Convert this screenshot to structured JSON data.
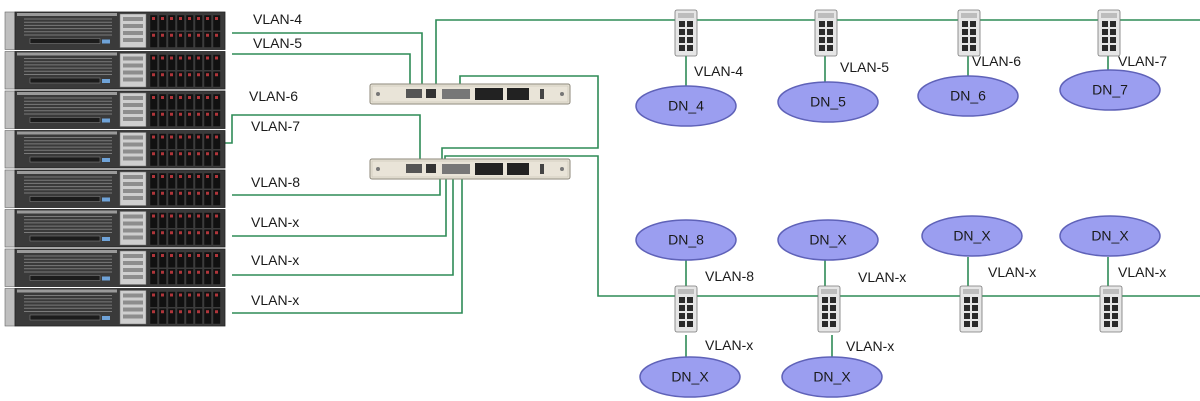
{
  "colors": {
    "wire": "#2e8b57",
    "dn_fill": "#9b9ef0",
    "dn_stroke": "#5f62b8",
    "chassis": "#3a3a3a",
    "switch_body": "#e9e4d8"
  },
  "server_vlan_labels": [
    "VLAN-4",
    "VLAN-5",
    "VLAN-6",
    "VLAN-7",
    "VLAN-8",
    "VLAN-x",
    "VLAN-x",
    "VLAN-x"
  ],
  "top_segment": {
    "vlan_labels": [
      "VLAN-4",
      "VLAN-5",
      "VLAN-6",
      "VLAN-7"
    ],
    "dn_nodes": [
      "DN_4",
      "DN_5",
      "DN_6",
      "DN_7"
    ]
  },
  "bottom_segment": {
    "upper_vlan_labels": [
      "VLAN-8",
      "VLAN-x",
      "VLAN-x",
      "VLAN-x"
    ],
    "upper_dn_nodes": [
      "DN_8",
      "DN_X",
      "DN_X",
      "DN_X"
    ],
    "lower_vlan_labels": [
      "VLAN-x",
      "VLAN-x"
    ],
    "lower_dn_nodes": [
      "DN_X",
      "DN_X"
    ]
  },
  "icons": {
    "server": "rack-server-icon",
    "core_switch": "rack-switch-icon",
    "edge_switch": "edge-switch-icon"
  }
}
